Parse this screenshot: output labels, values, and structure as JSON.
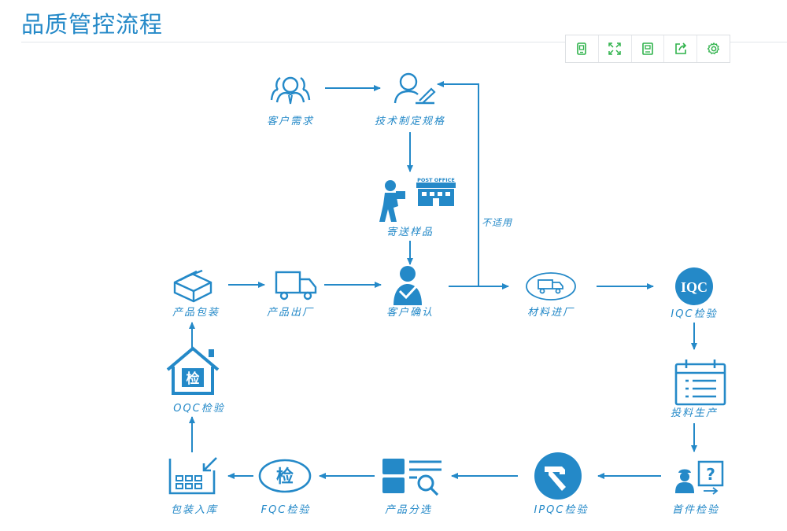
{
  "title": "品质管控流程",
  "toolbar": [
    {
      "icon": "tablet-icon",
      "name": "view-mode-button"
    },
    {
      "icon": "fullscreen-icon",
      "name": "fullscreen-button"
    },
    {
      "icon": "save-icon",
      "name": "save-button"
    },
    {
      "icon": "share-icon",
      "name": "share-button"
    },
    {
      "icon": "gear-icon",
      "name": "settings-button"
    }
  ],
  "colors": {
    "accent": "#2489c8",
    "toolbar_icon": "#2fb24b",
    "rule": "#e2e6ea"
  },
  "nodes": {
    "customer_demand": "客户需求",
    "tech_spec": "技术制定规格",
    "send_sample": "寄送样品",
    "post_office": "POST OFFICE",
    "customer_confirm": "客户确认",
    "material_in": "材料进厂",
    "iqc_check": "IQC检验",
    "iqc_badge": "IQC",
    "production": "投料生产",
    "first_check": "首件检验",
    "ipqc_check": "IPQC检验",
    "sorting": "产品分选",
    "fqc_check": "FQC检验",
    "inspect_badge": "检",
    "warehouse": "包装入库",
    "oqc_check": "OQC检验",
    "packaging": "产品包装",
    "shipping": "产品出厂"
  },
  "edges": {
    "not_applicable": "不适用"
  }
}
